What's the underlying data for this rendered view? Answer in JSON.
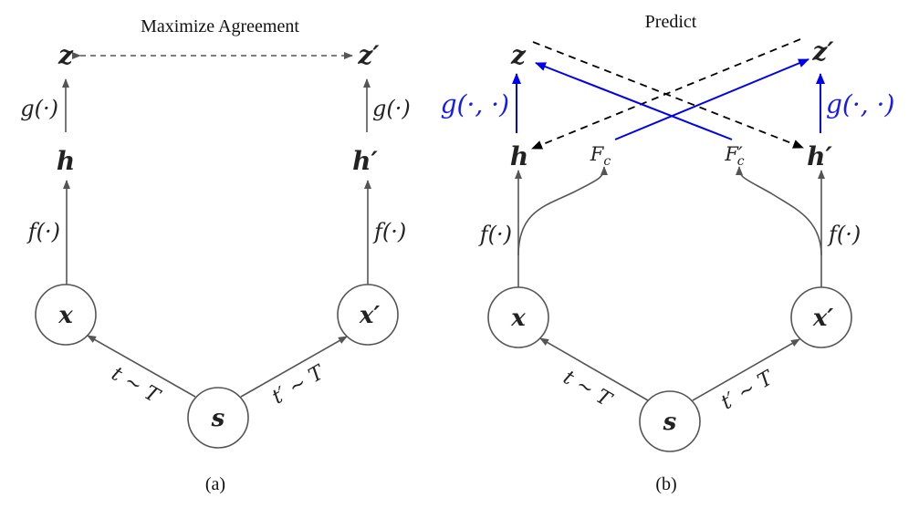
{
  "panel_a": {
    "title": "Maximize Agreement",
    "caption": "(a)",
    "nodes": {
      "z": "z",
      "z_prime": "z′",
      "h": "h",
      "h_prime": "h′",
      "x": "x",
      "x_prime": "x′",
      "s": "s"
    },
    "edge_labels": {
      "g_left": "g(·)",
      "g_right": "g(·)",
      "f_left": "f(·)",
      "f_right": "f(·)",
      "t_left": "t ∼ T",
      "t_right": "t′ ∼ T"
    }
  },
  "panel_b": {
    "title": "Predict",
    "caption": "(b)",
    "nodes": {
      "z": "z",
      "z_prime": "z′",
      "h": "h",
      "h_prime": "h′",
      "fc": "F",
      "fc_sub": "c",
      "fc_prime": "F′",
      "fc_prime_sub": "c",
      "x": "x",
      "x_prime": "x′",
      "s": "s"
    },
    "edge_labels": {
      "g_left": "g(·, ·)",
      "g_right": "g(·, ·)",
      "f_left": "f(·)",
      "f_right": "f(·)",
      "t_left": "t ∼ T",
      "t_right": "t′ ∼ T"
    }
  },
  "colors": {
    "edge_gray": "#555555",
    "predict_blue": "#0000ee",
    "predict_dashed": "#000000"
  }
}
